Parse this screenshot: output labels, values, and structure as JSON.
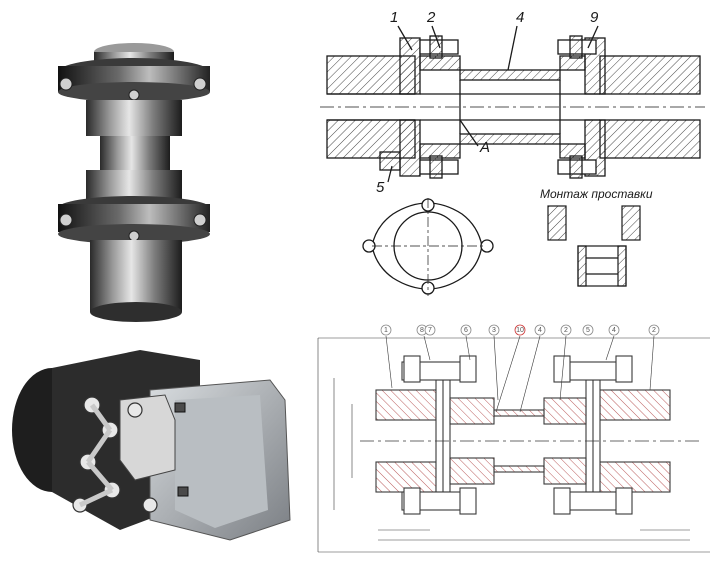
{
  "top_drawing": {
    "callouts": [
      "1",
      "2",
      "4",
      "9",
      "A",
      "5"
    ],
    "assembly_caption": "Монтаж проставки"
  },
  "bottom_drawing": {
    "balloons": [
      "1",
      "8",
      "7",
      "6",
      "3",
      "10",
      "4",
      "2",
      "5",
      "4",
      "2"
    ]
  }
}
